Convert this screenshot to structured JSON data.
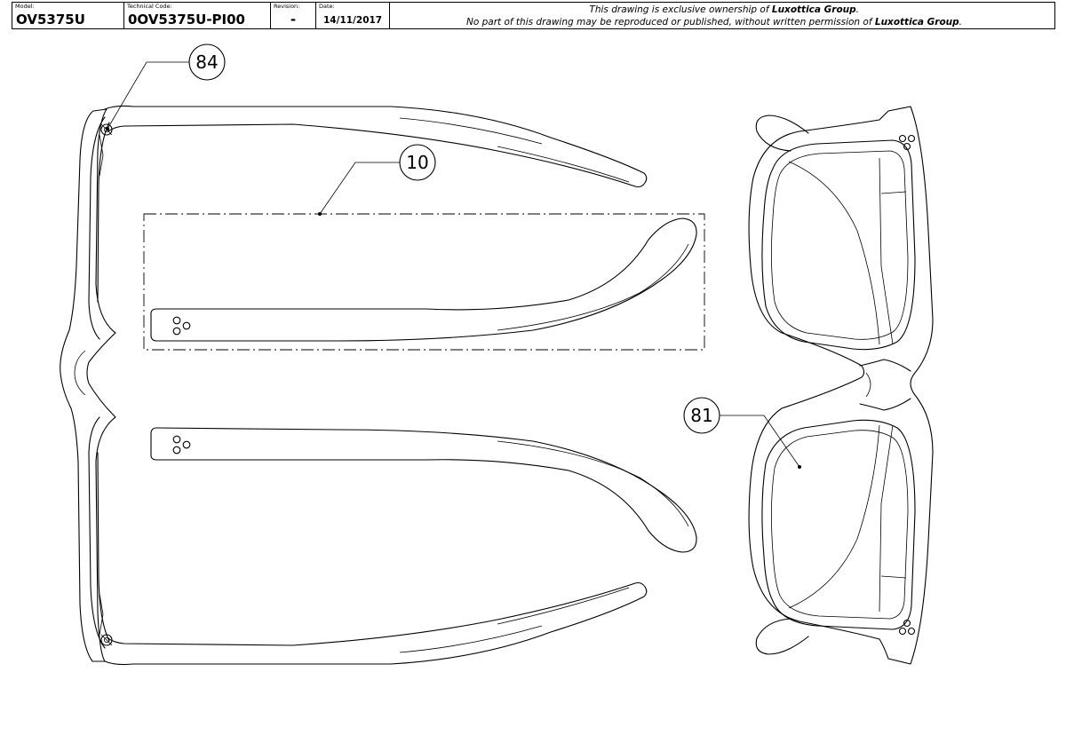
{
  "title_block": {
    "model_label": "Model:",
    "model_value": "OV5375U",
    "technical_code_label": "Technical Code:",
    "technical_code_value": "0OV5375U-PI00",
    "revision_label": "Revision:",
    "revision_value": "-",
    "date_label": "Date:",
    "date_value": "14/11/2017",
    "notice_line1_prefix": "This drawing is exclusive ownership of ",
    "notice_line1_owner": "Luxottica Group",
    "notice_line1_suffix": ".",
    "notice_line2_prefix": "No part of this drawing may be reproduced or published, without written permission of ",
    "notice_line2_owner": "Luxottica Group",
    "notice_line2_suffix": "."
  },
  "callouts": {
    "hinge_screw": "84",
    "temple": "10",
    "lens": "81"
  }
}
